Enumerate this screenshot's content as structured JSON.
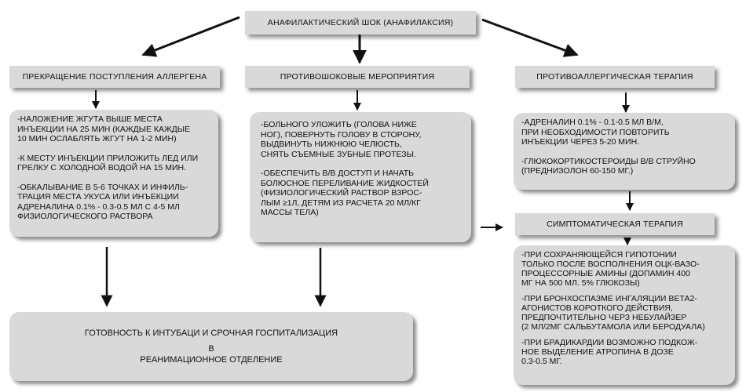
{
  "title": "АНАФИЛАКТИЧЕСКИЙ ШОК (АНАФИЛАКСИЯ)",
  "columns": [
    {
      "header": "ПРЕКРАЩЕНИЕ ПОСТУПЛЕНИЯ АЛЛЕРГЕНА",
      "items": [
        "-НАЛОЖЕНИЕ ЖГУТА ВЫШЕ МЕСТА\nИНЪЕКЦИИ НА 25 МИН (КАЖДЫЕ КАЖДЫЕ\n10 МИН ОСЛАБЛЯТЬ ЖГУТ НА 1-2 МИН)",
        "-К МЕСТУ ИНЪЕКЦИИ ПРИЛОЖИТЬ ЛЕД ИЛИ\nГРЕЛКУ С ХОЛОДНОЙ ВОДОЙ НА 15 МИН.",
        "-ОБКАЛЫВАНИЕ В 5-6 ТОЧКАХ И ИНФИЛЬ-\nТРАЦИЯ МЕСТА УКУСА ИЛИ ИНЪЕКЦИИ\nАДРЕНАЛИНА 0.1% - 0.3-0.5 МЛ С 4-5 МЛ\nФИЗИОЛОГИЧЕСКОГО РАСТВОРА"
      ]
    },
    {
      "header": "ПРОТИВОШОКОВЫЕ МЕРОПРИЯТИЯ",
      "items": [
        "-БОЛЬНОГО УЛОЖИТЬ (ГОЛОВА НИЖЕ\nНОГ), ПОВЕРНУТЬ ГОЛОВУ В СТОРОНУ,\nВЫДВИНУТЬ НИЖНЮЮ ЧЕЛЮСТЬ,\nСНЯТЬ СЪЕМНЫЕ ЗУБНЫЕ ПРОТЕЗЫ.",
        "-ОБЕСПЕЧИТЬ В/В ДОСТУП И НАЧАТЬ\nБОЛЮСНОЕ ПЕРЕЛИВАНИЕ ЖИДКОСТЕЙ\n(ФИЗИОЛОГИЧЕСКИЙ РАСТВОР ВЗРОС-\nЛЫМ ≥1Л, ДЕТЯМ ИЗ РАСЧЕТА 20 МЛ/КГ\nМАССЫ ТЕЛА)"
      ]
    },
    {
      "header": "ПРОТИВОАЛЛЕРГИЧЕСКАЯ ТЕРАПИЯ",
      "items": [
        "-АДРЕНАЛИН 0.1% - 0.1-0.5 МЛ В/М,\nПРИ НЕОБХОДИМОСТИ ПОВТОРИТЬ\nИНЪЕКЦИИ ЧЕРЕЗ 5-20 МИН.",
        "-ГЛЮКОКОРТИКОСТЕРОИДЫ В/В СТРУЙНО\n(ПРЕДНИЗОЛОН 60-150 МГ.)"
      ]
    }
  ],
  "symptomatic": {
    "header": "СИМПТОМАТИЧЕСКАЯ ТЕРАПИЯ",
    "items": [
      "-ПРИ СОХРАНЯЮЩЕЙСЯ ГИПОТОНИИ\nТОЛЬКО ПОСЛЕ ВОСПОЛНЕНИЯ ОЦК-ВАЗО-\nПРОЦЕССОРНЫЕ АМИНЫ (ДОПАМИН 400\nМГ НА 500 МЛ. 5% ГЛЮКОЗЫ)",
      "-ПРИ БРОНХОСПАЗМЕ ИНГАЛЯЦИИ ВЕТА2-\nАГОНИСТОВ КОРОТКОГО ДЕЙСТВИЯ,\nПРЕДПОЧТИТЕЛЬНО ЧЕРЗ НЕБУЛАЙЗЕР\n(2 МЛ/2МГ САЛЬБУТАМОЛА ИЛИ БЕРОДУАЛА)",
      "-ПРИ БРАДИКАРДИИ ВОЗМОЖНО ПОДКОЖ-\nНОЕ ВЫДЕЛЕНИЕ АТРОПИНА В ДОЗЕ\n0.3-0.5 МГ."
    ]
  },
  "final": {
    "line1": "ГОТОВНОСТЬ К ИНТУБАЦИ И СРОЧНАЯ ГОСПИТАЛИЗАЦИЯ",
    "line2": "В",
    "line3": "РЕАНИМАЦИОННОЕ ОТДЕЛЕНИЕ"
  }
}
